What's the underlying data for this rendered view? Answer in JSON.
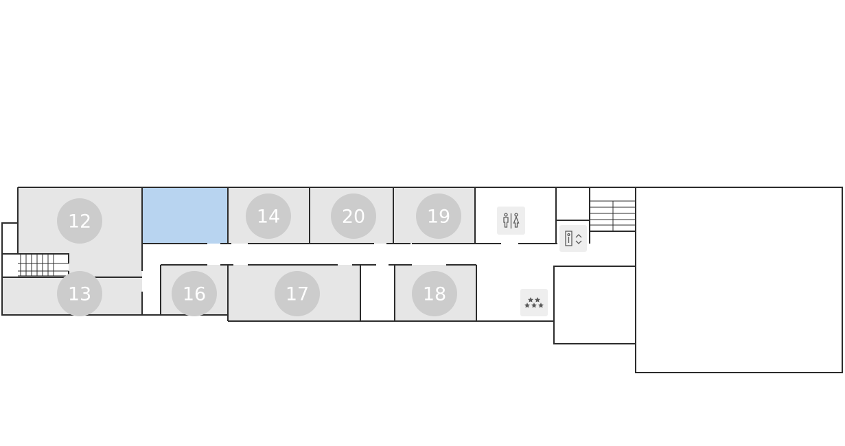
{
  "floor_plan": {
    "colors": {
      "room_fill": "#e6e6e6",
      "selected_fill": "#b8d4f0",
      "badge_fill": "#cccccc",
      "wall": "#2b2b2b",
      "icon_bg": "#eeeeee",
      "icon": "#5a5a5a"
    },
    "rooms": [
      {
        "id": "r12",
        "number": "12"
      },
      {
        "id": "r13",
        "number": "13"
      },
      {
        "id": "r14",
        "number": "14"
      },
      {
        "id": "r16",
        "number": "16"
      },
      {
        "id": "r17",
        "number": "17"
      },
      {
        "id": "r18",
        "number": "18"
      },
      {
        "id": "r19",
        "number": "19"
      },
      {
        "id": "r20",
        "number": "20"
      }
    ],
    "selected_room": "unnumbered room between 12 and 14",
    "icons": [
      "restroom-icon",
      "elevator-icon",
      "stairs-icon",
      "rating-stars-icon"
    ]
  }
}
